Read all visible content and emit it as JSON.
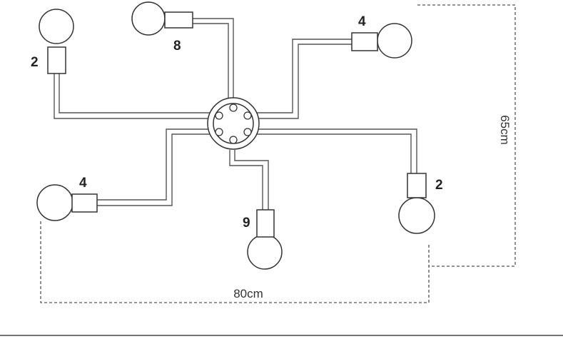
{
  "colors": {
    "line": "#555555",
    "outline": "#333333",
    "text": "#222222",
    "background": "#ffffff"
  },
  "arms": [
    {
      "id": "top-left-up",
      "label": "2"
    },
    {
      "id": "top-upper",
      "label": "8"
    },
    {
      "id": "top-right",
      "label": "4"
    },
    {
      "id": "bottom-left",
      "label": "4"
    },
    {
      "id": "bottom-middle",
      "label": "9"
    },
    {
      "id": "bottom-right",
      "label": "2"
    }
  ],
  "dimensions": {
    "width": "80cm",
    "height": "65cm"
  }
}
